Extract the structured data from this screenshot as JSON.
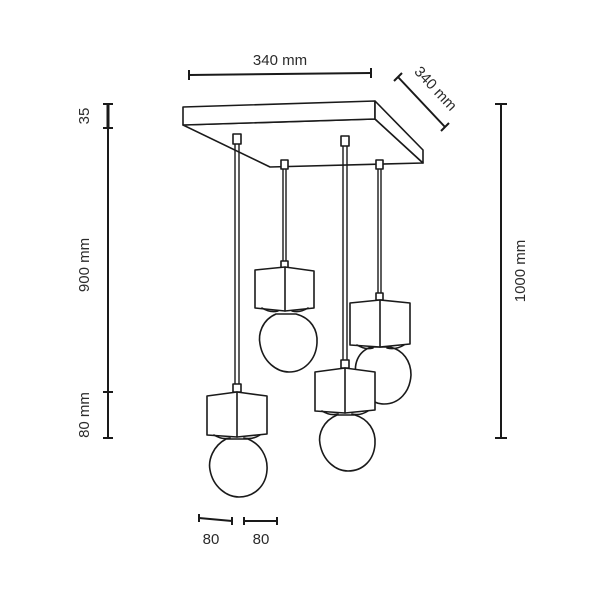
{
  "diagram": {
    "title": "Pendant lamp dimension drawing",
    "colors": {
      "line": "#1a1a1a",
      "text": "#2b2b2b",
      "background": "#ffffff"
    },
    "dimensions": {
      "canopy_width": "340 mm",
      "canopy_depth": "340 mm",
      "canopy_height": "35",
      "cord_length": "900 mm",
      "shade_height": "80 mm",
      "total_height": "1000 mm",
      "shade_width": "80",
      "bulb_width": "80"
    },
    "components": {
      "canopy": "square-ceiling-canopy",
      "pendant_count": 4,
      "pendants": [
        {
          "id": "pendant-1",
          "shade": "cube",
          "bulb": "globe"
        },
        {
          "id": "pendant-2",
          "shade": "cube",
          "bulb": "globe"
        },
        {
          "id": "pendant-3",
          "shade": "cube",
          "bulb": "globe"
        },
        {
          "id": "pendant-4",
          "shade": "cube",
          "bulb": "globe"
        }
      ]
    }
  }
}
